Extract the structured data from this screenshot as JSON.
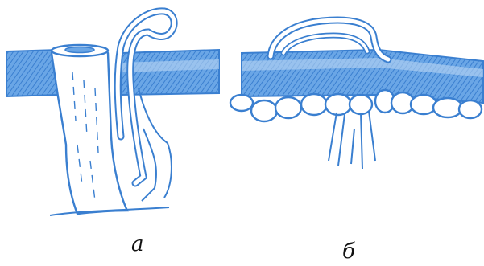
{
  "figure": {
    "panels": [
      {
        "id": "a",
        "caption": "а"
      },
      {
        "id": "b",
        "caption": "б"
      }
    ],
    "colors": {
      "stroke": "#3a7fd0",
      "fill": "#6aa6e6",
      "fill_light": "#b9d5f4",
      "caption": "#111111",
      "background": "#ffffff"
    }
  }
}
